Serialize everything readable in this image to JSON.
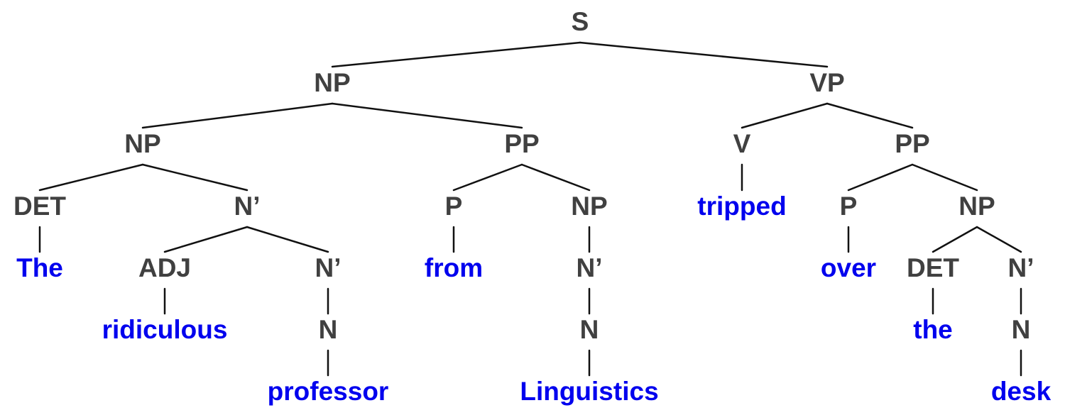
{
  "colors": {
    "category": "#404040",
    "word": "#0000ee",
    "edge": "#111111"
  },
  "tree": {
    "label": "S",
    "children": [
      {
        "label": "NP",
        "children": [
          {
            "label": "NP",
            "children": [
              {
                "label": "DET",
                "children": [
                  {
                    "label": "The",
                    "word": true
                  }
                ]
              },
              {
                "label": "N’",
                "children": [
                  {
                    "label": "ADJ",
                    "children": [
                      {
                        "label": "ridiculous",
                        "word": true
                      }
                    ]
                  },
                  {
                    "label": "N’",
                    "children": [
                      {
                        "label": "N",
                        "children": [
                          {
                            "label": "professor",
                            "word": true
                          }
                        ]
                      }
                    ]
                  }
                ]
              }
            ]
          },
          {
            "label": "PP",
            "children": [
              {
                "label": "P",
                "children": [
                  {
                    "label": "from",
                    "word": true
                  }
                ]
              },
              {
                "label": "NP",
                "children": [
                  {
                    "label": "N’",
                    "children": [
                      {
                        "label": "N",
                        "children": [
                          {
                            "label": "Linguistics",
                            "word": true
                          }
                        ]
                      }
                    ]
                  }
                ]
              }
            ]
          }
        ]
      },
      {
        "label": "VP",
        "children": [
          {
            "label": "V",
            "children": [
              {
                "label": "tripped",
                "word": true
              }
            ]
          },
          {
            "label": "PP",
            "children": [
              {
                "label": "P",
                "children": [
                  {
                    "label": "over",
                    "word": true
                  }
                ]
              },
              {
                "label": "NP",
                "children": [
                  {
                    "label": "DET",
                    "children": [
                      {
                        "label": "the",
                        "word": true
                      }
                    ]
                  },
                  {
                    "label": "N’",
                    "children": [
                      {
                        "label": "N",
                        "children": [
                          {
                            "label": "desk",
                            "word": true
                          }
                        ]
                      }
                    ]
                  }
                ]
              }
            ]
          }
        ]
      }
    ]
  }
}
